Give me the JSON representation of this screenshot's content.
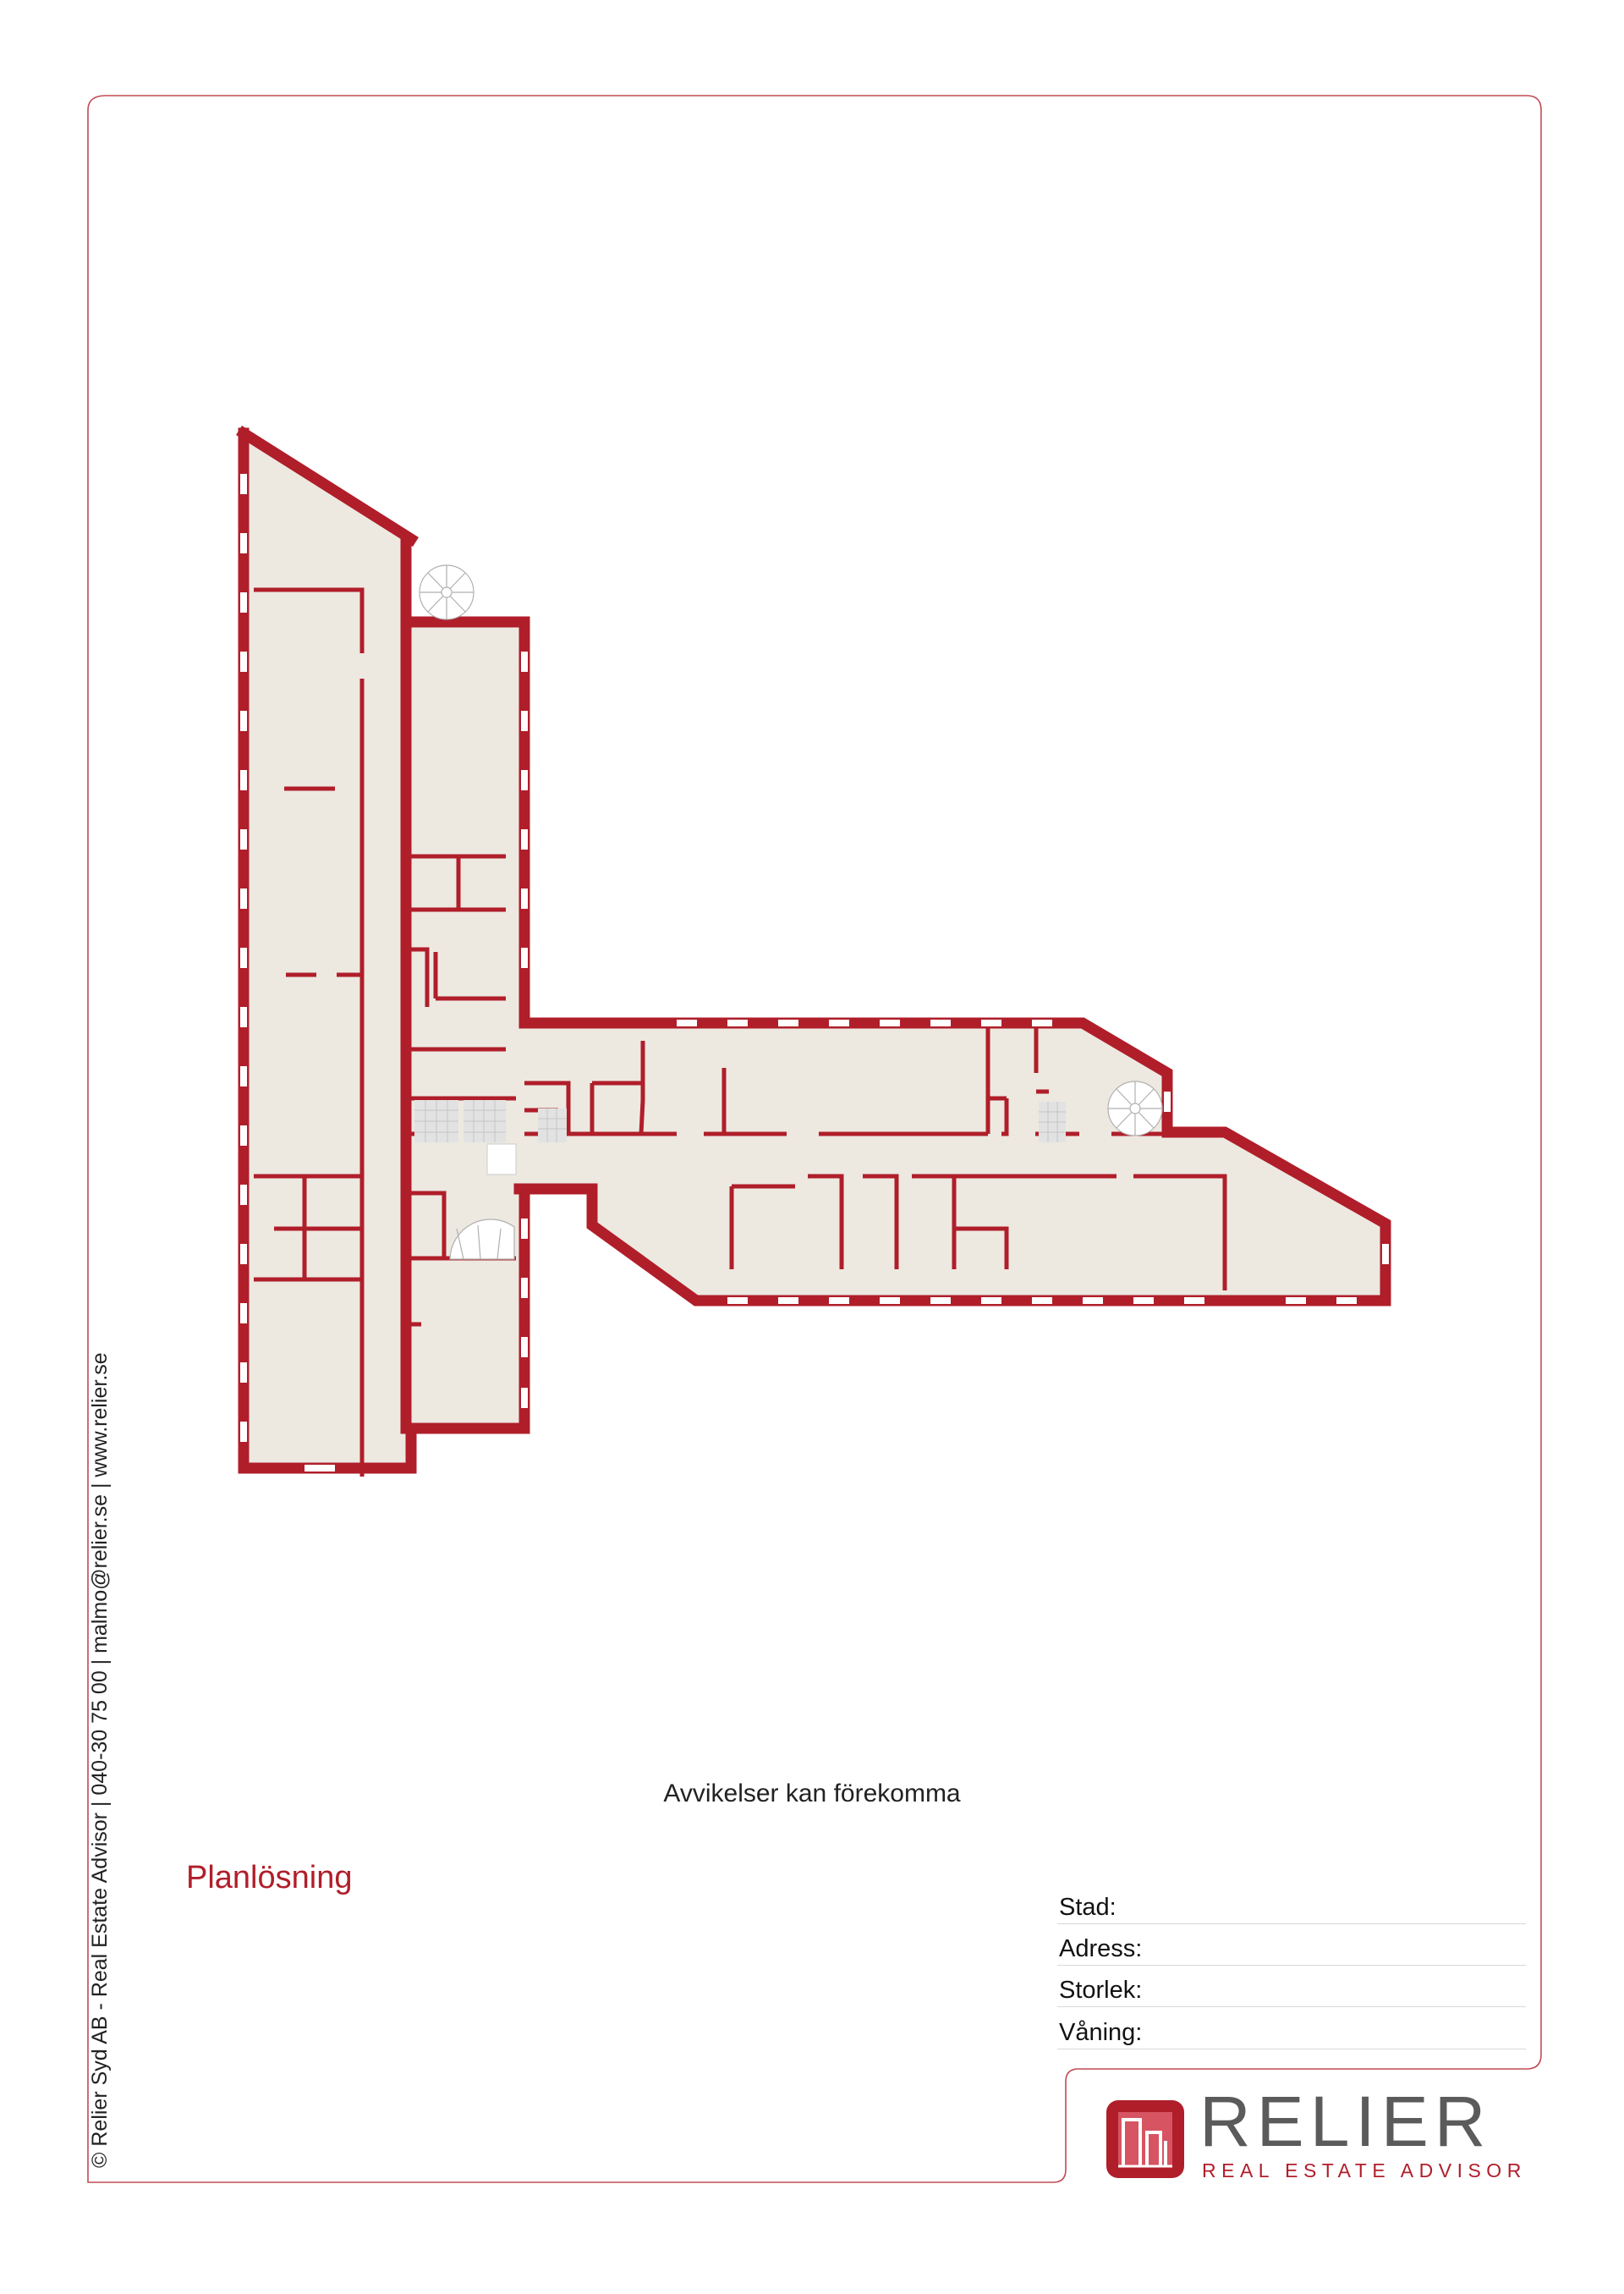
{
  "side_text": "© Relier Syd AB - Real Estate Advisor | 040-30 75 00 | malmo@relier.se | www.relier.se",
  "disclaimer": "Avvikelser kan förekomma",
  "title": "Planlösning",
  "info_fields": [
    {
      "label": "Stad:"
    },
    {
      "label": "Adress:"
    },
    {
      "label": "Storlek:"
    },
    {
      "label": "Våning:"
    }
  ],
  "brand": {
    "name": "RELIER",
    "tagline": "REAL ESTATE ADVISOR"
  },
  "colors": {
    "wall": "#b01e2a",
    "floor": "#ede9e1",
    "frame": "#c14b55",
    "brand_gray": "#5b5b5b"
  },
  "icons": {
    "logo": "relier-building-logo",
    "stairs": "spiral-stair-icon"
  }
}
